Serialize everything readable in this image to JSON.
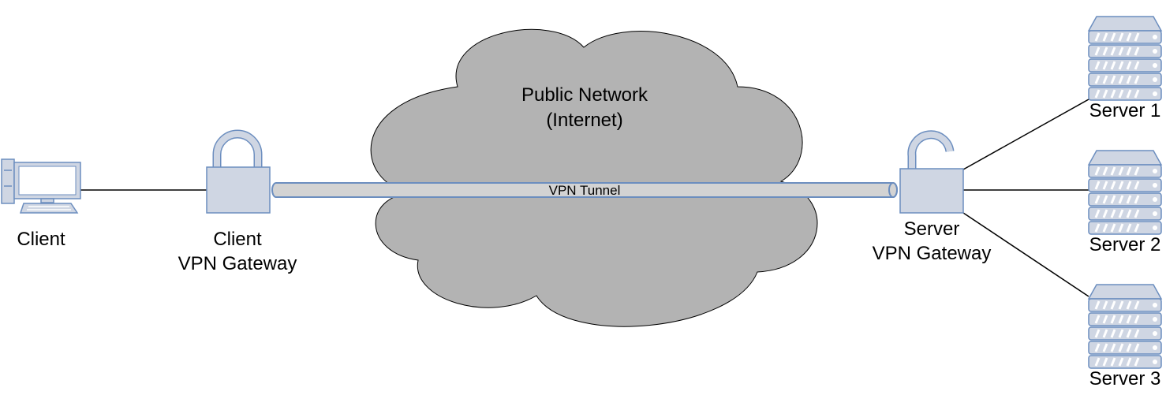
{
  "cloud": {
    "line1": "Public Network",
    "line2": "(Internet)"
  },
  "tunnel": {
    "label": "VPN Tunnel"
  },
  "client": {
    "label": "Client"
  },
  "client_gateway": {
    "line1": "Client",
    "line2": "VPN Gateway"
  },
  "server_gateway": {
    "line1": "Server",
    "line2": "VPN Gateway"
  },
  "servers": [
    {
      "label": "Server 1"
    },
    {
      "label": "Server 2"
    },
    {
      "label": "Server 3"
    }
  ],
  "colors": {
    "cloud_fill": "#b3b3b3",
    "device_fill": "#cfd6e3",
    "device_stroke": "#6c8ebf",
    "tunnel_fill": "#d3d3d3",
    "line": "#000000"
  }
}
